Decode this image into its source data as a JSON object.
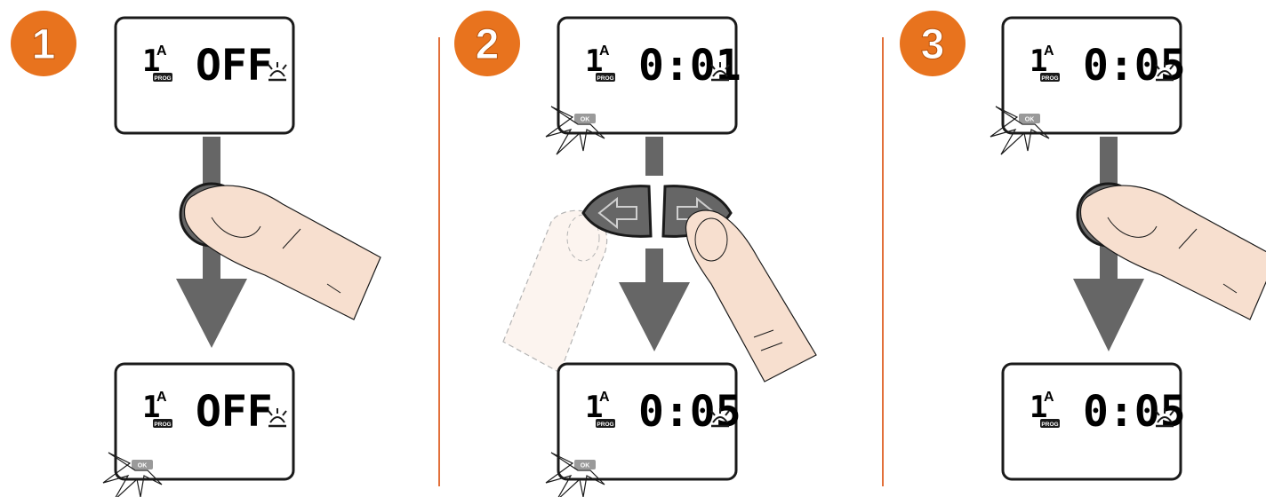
{
  "colors": {
    "accent": "#e8731e",
    "accent_dark": "#b9530c",
    "arrow": "#666666",
    "lcd_border": "#1a1a1a",
    "button_fill": "#666666",
    "finger": "#f7dfcf",
    "separator": "#e2703a"
  },
  "steps": [
    {
      "number": "1",
      "top_display": {
        "program_number": "1",
        "program_letter": "A",
        "prog_badge": "PROG",
        "time": "OFF",
        "ok_badge": "",
        "icon": "sprinkler-icon"
      },
      "bottom_display": {
        "program_number": "1",
        "program_letter": "A",
        "prog_badge": "PROG",
        "time": "OFF",
        "ok_badge": "OK",
        "icon": "sprinkler-icon"
      },
      "action": "press-ok-button"
    },
    {
      "number": "2",
      "top_display": {
        "program_number": "1",
        "program_letter": "A",
        "prog_badge": "PROG",
        "time": "0:01",
        "ok_badge": "OK",
        "icon": "sprinkler-icon"
      },
      "bottom_display": {
        "program_number": "1",
        "program_letter": "A",
        "prog_badge": "PROG",
        "time": "0:05",
        "ok_badge": "OK",
        "icon": "sprinkler-icon"
      },
      "action": "press-left-right-arrows"
    },
    {
      "number": "3",
      "top_display": {
        "program_number": "1",
        "program_letter": "A",
        "prog_badge": "PROG",
        "time": "0:05",
        "ok_badge": "OK",
        "icon": "sprinkler-icon"
      },
      "bottom_display": {
        "program_number": "1",
        "program_letter": "A",
        "prog_badge": "PROG",
        "time": "0:05",
        "ok_badge": "",
        "icon": "sprinkler-icon"
      },
      "action": "press-ok-button"
    }
  ]
}
